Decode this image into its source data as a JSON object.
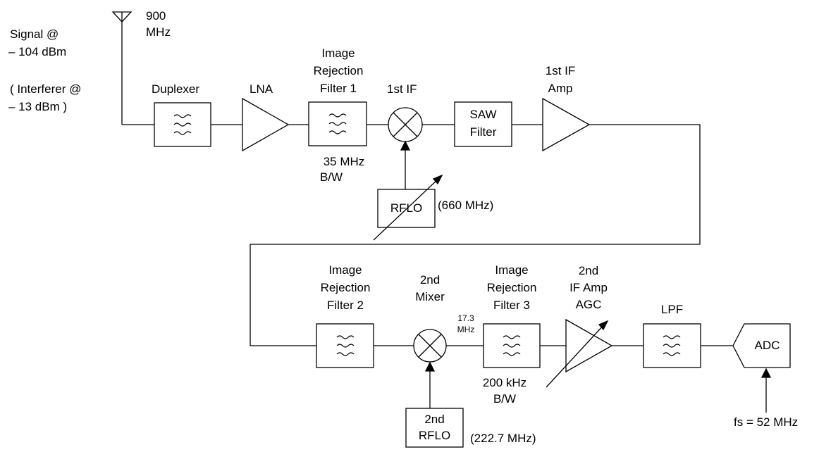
{
  "colors": {
    "stroke": "#000000",
    "background": "#ffffff"
  },
  "antenna": {
    "freq_line1": "900",
    "freq_line2": "MHz"
  },
  "input": {
    "signal_line1": "Signal @",
    "signal_line2": "– 104 dBm",
    "interferer_line1": "( Interferer @",
    "interferer_line2": "– 13 dBm )"
  },
  "stage1": {
    "duplexer": "Duplexer",
    "lna": "LNA",
    "irf1": [
      "Image",
      "Rejection",
      "Filter 1"
    ],
    "irf1_bw": [
      "35 MHz",
      "B/W"
    ],
    "mixer1": "1st IF",
    "saw": [
      "SAW",
      "Filter"
    ],
    "if_amp": [
      "1st IF",
      "Amp"
    ],
    "rflo": "RFLO",
    "rflo_freq": "(660 MHz)"
  },
  "stage2": {
    "irf2": [
      "Image",
      "Rejection",
      "Filter 2"
    ],
    "mixer2": [
      "2nd",
      "Mixer"
    ],
    "mixer2_out": [
      "17.3",
      "MHz"
    ],
    "irf3": [
      "Image",
      "Rejection",
      "Filter 3"
    ],
    "irf3_bw": [
      "200 kHz",
      "B/W"
    ],
    "agc": [
      "2nd",
      "IF Amp",
      "AGC"
    ],
    "lpf": "LPF",
    "adc": "ADC",
    "adc_clock": "fs = 52 MHz",
    "rflo2": [
      "2nd",
      "RFLO"
    ],
    "rflo2_freq": "(222.7 MHz)"
  }
}
